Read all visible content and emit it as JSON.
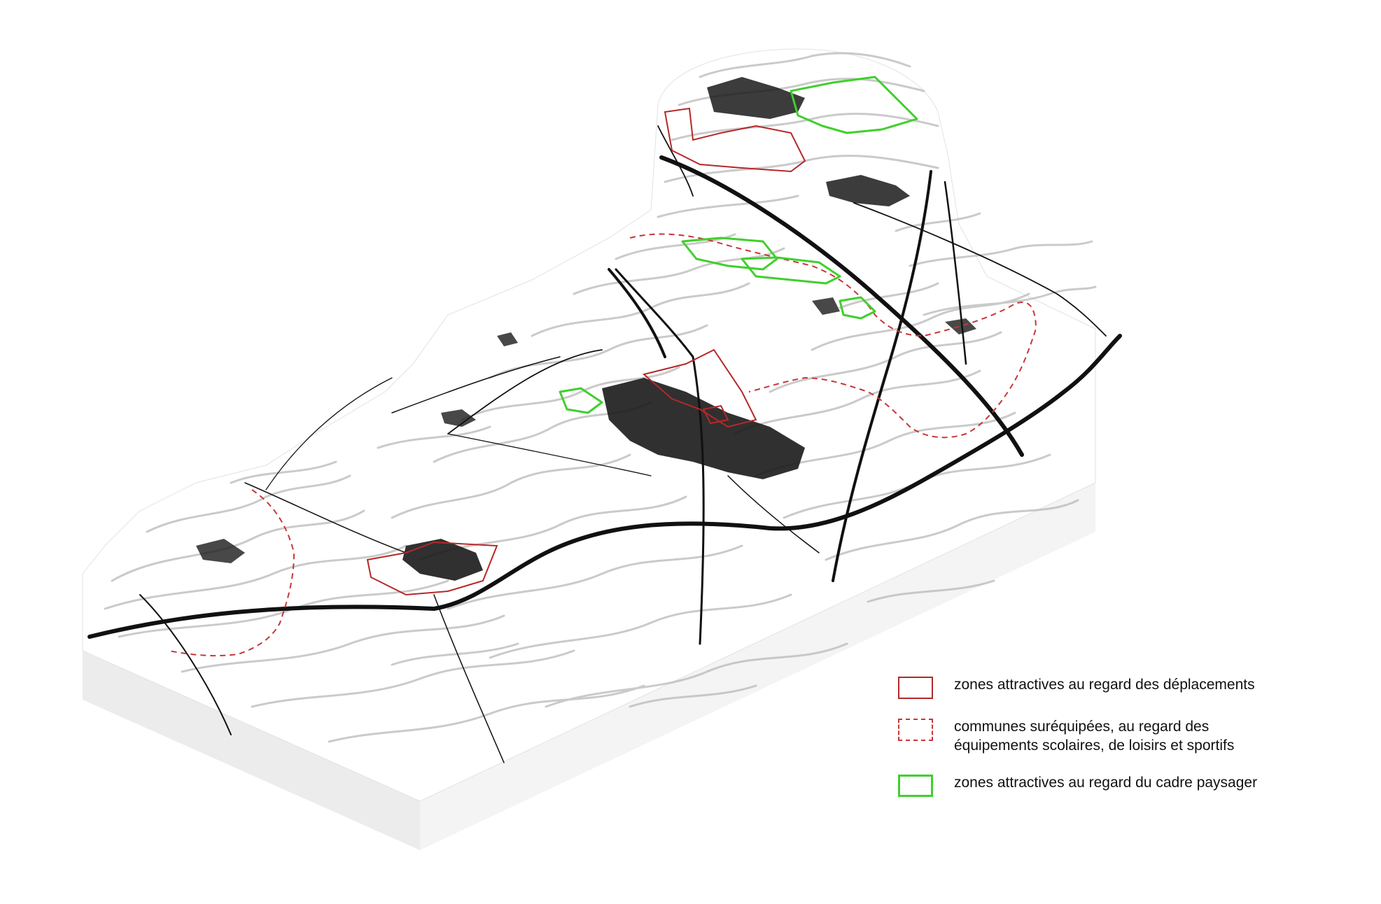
{
  "map": {
    "colors": {
      "block_top": "#ffffff",
      "block_side_left": "#ececec",
      "block_side_front": "#f4f4f4",
      "contour": "#b9b9b9",
      "road": "#111111",
      "urban": "#1a1a1a",
      "zone_displacement": "#b5282a",
      "zone_overequipped": "#c8363a",
      "zone_landscape": "#3fd02c"
    }
  },
  "legend": {
    "items": [
      {
        "kind": "solid-red",
        "label": "zones attractives au regard des déplacements"
      },
      {
        "kind": "dashed-red",
        "label": "communes suréquipées, au regard des\néquipements scolaires, de loisirs et sportifs"
      },
      {
        "kind": "green",
        "label": "zones attractives au regard du cadre paysager"
      }
    ]
  }
}
